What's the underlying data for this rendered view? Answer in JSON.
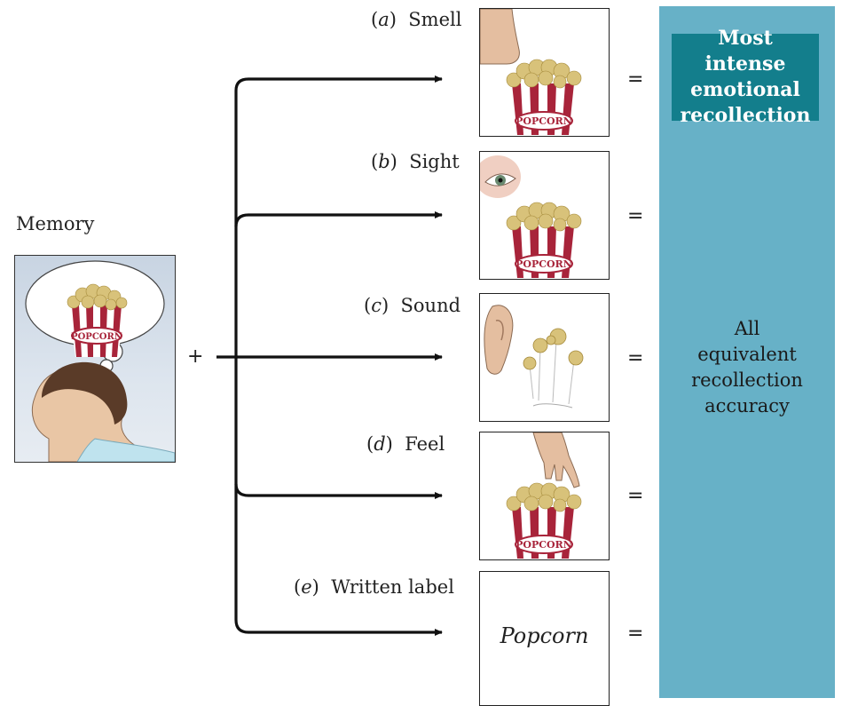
{
  "memory": {
    "title": "Memory",
    "thought_text": "POPCORN",
    "plus": "+"
  },
  "panel": {
    "highlight": "Most intense emotional recollection",
    "equivalent": "All equivalent recollection accuracy",
    "colors": {
      "panel": "#67b1c7",
      "highlight": "#137e8c"
    }
  },
  "senses": [
    {
      "letter": "a",
      "name": "Smell",
      "icon": "nose-icon",
      "equals": "=",
      "box_text": "POPCORN"
    },
    {
      "letter": "b",
      "name": "Sight",
      "icon": "eye-icon",
      "equals": "=",
      "box_text": "POPCORN"
    },
    {
      "letter": "c",
      "name": "Sound",
      "icon": "ear-icon",
      "equals": "="
    },
    {
      "letter": "d",
      "name": "Feel",
      "icon": "hand-icon",
      "equals": "=",
      "box_text": "POPCORN"
    },
    {
      "letter": "e",
      "name": "Written label",
      "icon": "text-icon",
      "equals": "=",
      "written": "Popcorn"
    }
  ]
}
